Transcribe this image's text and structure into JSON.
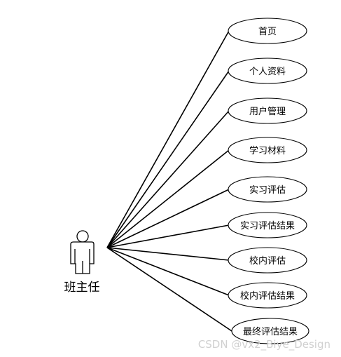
{
  "actor": {
    "label": "班主任"
  },
  "use_cases": [
    {
      "label": "首页"
    },
    {
      "label": "个人资料"
    },
    {
      "label": "用户管理"
    },
    {
      "label": "学习材料"
    },
    {
      "label": "实习评估"
    },
    {
      "label": "实习评估结果"
    },
    {
      "label": "校内评估"
    },
    {
      "label": "校内评估结果"
    },
    {
      "label": "最终评估结果"
    }
  ],
  "watermark": "CSDN @vx2_Biye_Design"
}
